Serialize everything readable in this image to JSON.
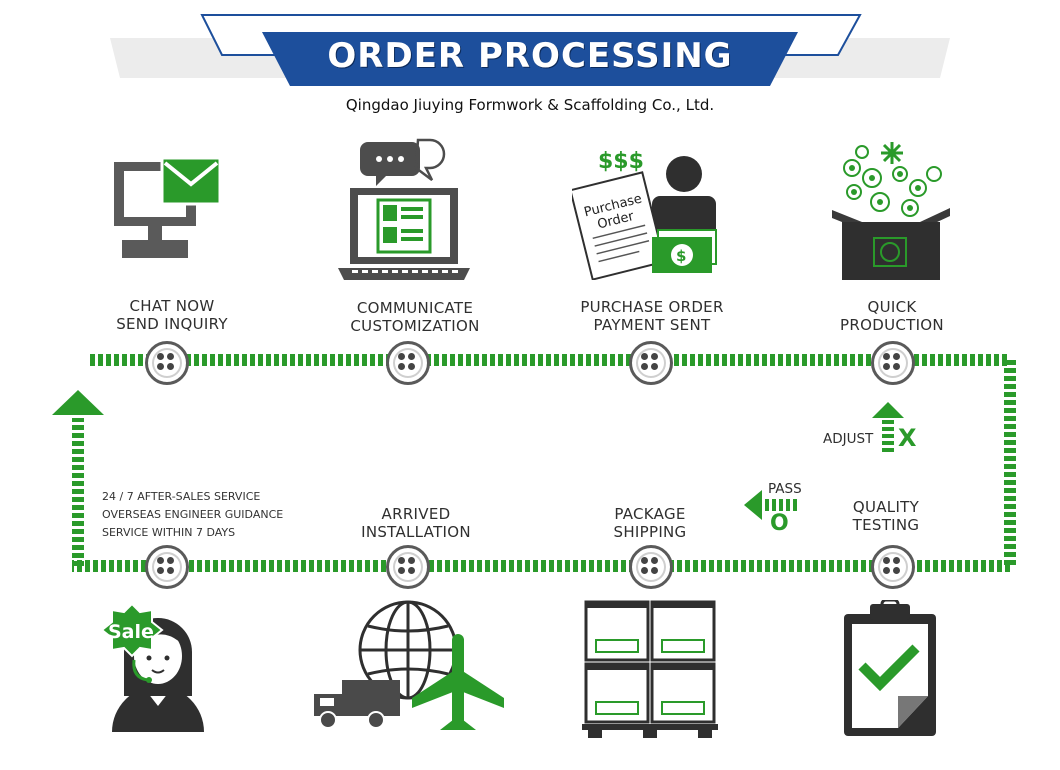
{
  "header": {
    "title": "ORDER PROCESSING",
    "subtitle": "Qingdao Jiuying Formwork & Scaffolding Co., Ltd."
  },
  "colors": {
    "green": "#2a9a2a",
    "navy": "#1d4f9c",
    "gray": "#5b5b5b"
  },
  "steps_top": [
    {
      "line1": "CHAT NOW",
      "line2": "SEND INQUIRY",
      "icon": "monitor-mail-icon"
    },
    {
      "line1": "COMMUNICATE",
      "line2": "CUSTOMIZATION",
      "icon": "laptop-chat-icon"
    },
    {
      "line1": "PURCHASE ORDER",
      "line2": "PAYMENT SENT",
      "icon": "purchase-payment-icon"
    },
    {
      "line1": "QUICK",
      "line2": "PRODUCTION",
      "icon": "production-box-icon"
    }
  ],
  "steps_bottom": [
    {
      "line1": "ARRIVED",
      "line2": "INSTALLATION",
      "icon": "globe-transport-icon"
    },
    {
      "line1": "PACKAGE",
      "line2": "SHIPPING",
      "icon": "pallet-boxes-icon"
    },
    {
      "line1": "QUALITY",
      "line2": "TESTING",
      "icon": "clipboard-check-icon"
    }
  ],
  "service": {
    "line1": "24 / 7 AFTER-SALES SERVICE",
    "line2": "OVERSEAS ENGINEER GUIDANCE",
    "line3": "SERVICE WITHIN 7 DAYS",
    "icon": "support-agent-icon",
    "badge": "Sale"
  },
  "adjust": {
    "label": "ADJUST",
    "mark": "X"
  },
  "pass": {
    "label": "PASS",
    "mark": "O"
  },
  "purchase_doc": {
    "line1": "Purchase",
    "line2": "Order",
    "money": "$$$",
    "bill": "$"
  }
}
